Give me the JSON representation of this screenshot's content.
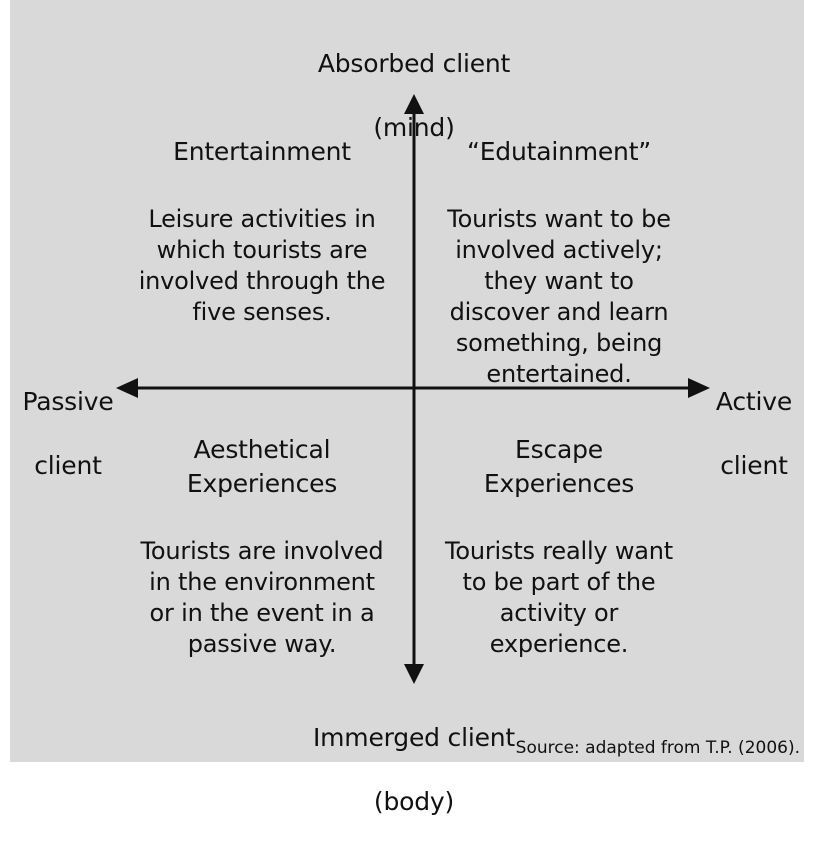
{
  "axes": {
    "top": {
      "line1": "Absorbed client",
      "line2": "(mind)"
    },
    "bottom": {
      "line1": "Immerged client",
      "line2": "(body)"
    },
    "left": {
      "line1": "Passive",
      "line2": "client"
    },
    "right": {
      "line1": "Active",
      "line2": "client"
    }
  },
  "quadrants": {
    "top_left": {
      "title": "Entertainment",
      "body": "Leisure activities in\nwhich tourists are\ninvolved through the\nfive senses."
    },
    "top_right": {
      "title": "“Edutainment”",
      "body": "Tourists want to be\ninvolved actively;\nthey want to\ndiscover and learn\nsomething, being\nentertained."
    },
    "bottom_left": {
      "title": "Aesthetical\nExperiences",
      "body": "Tourists are involved\nin the environment\nor in the event in a\npassive way."
    },
    "bottom_right": {
      "title": "Escape\nExperiences",
      "body": "Tourists really want\nto be part of the\nactivity or\nexperience."
    }
  },
  "source": "Source: adapted from T.P. (2006).",
  "colors": {
    "background": "#d9d9d9",
    "text": "#111111",
    "axis": "#111111"
  }
}
